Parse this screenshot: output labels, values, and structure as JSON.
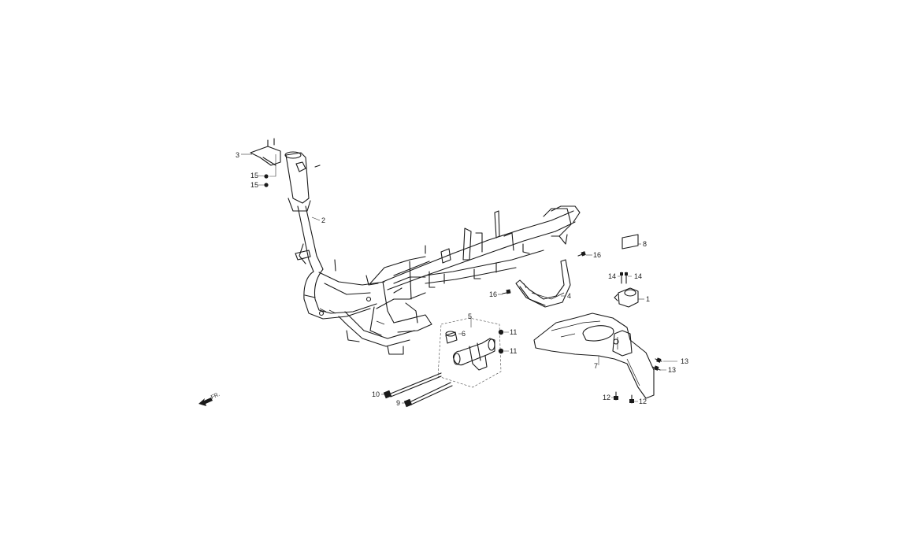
{
  "callouts": [
    {
      "id": "c1",
      "text": "1"
    },
    {
      "id": "c2",
      "text": "2"
    },
    {
      "id": "c3",
      "text": "3"
    },
    {
      "id": "c4",
      "text": "4"
    },
    {
      "id": "c5",
      "text": "5"
    },
    {
      "id": "c6",
      "text": "6"
    },
    {
      "id": "c7",
      "text": "7"
    },
    {
      "id": "c8",
      "text": "8"
    },
    {
      "id": "c9",
      "text": "9"
    },
    {
      "id": "c10",
      "text": "10"
    },
    {
      "id": "c11a",
      "text": "11"
    },
    {
      "id": "c11b",
      "text": "11"
    },
    {
      "id": "c12a",
      "text": "12"
    },
    {
      "id": "c12b",
      "text": "12"
    },
    {
      "id": "c13a",
      "text": "13"
    },
    {
      "id": "c13b",
      "text": "13"
    },
    {
      "id": "c14a",
      "text": "14"
    },
    {
      "id": "c14b",
      "text": "14"
    },
    {
      "id": "c15a",
      "text": "15"
    },
    {
      "id": "c15b",
      "text": "15"
    },
    {
      "id": "c16a",
      "text": "16"
    },
    {
      "id": "c16b",
      "text": "16"
    }
  ],
  "direction": {
    "label": "FR.",
    "icon": "front-arrow-icon"
  }
}
